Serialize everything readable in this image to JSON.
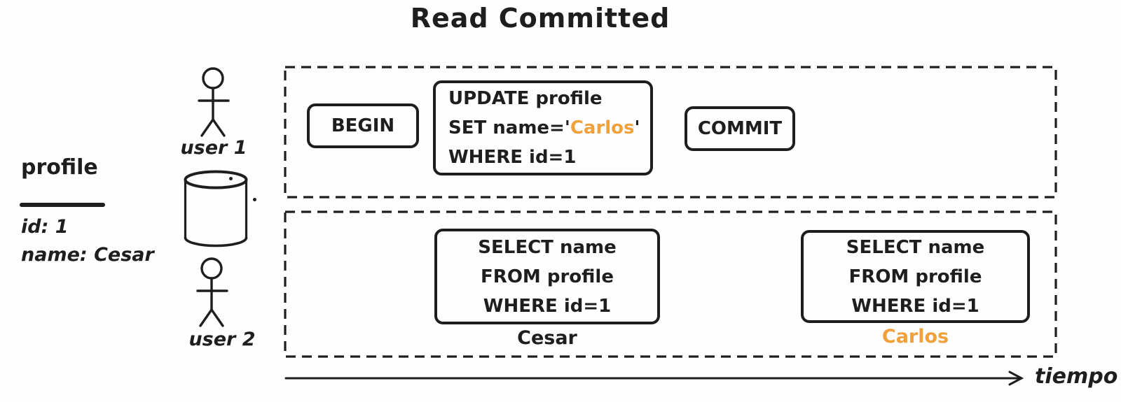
{
  "title": "Read Committed",
  "schema": {
    "table_name": "profile",
    "rows": [
      "id: 1",
      "name: Cesar"
    ]
  },
  "actors": {
    "user1_label": "user 1",
    "user2_label": "user 2"
  },
  "user1_lane": {
    "begin": "BEGIN",
    "update": {
      "line1": "UPDATE profile",
      "line2_prefix": "SET name='",
      "line2_value": "Carlos",
      "line2_suffix": "'",
      "line3": "WHERE id=1"
    },
    "commit": "COMMIT"
  },
  "user2_lane": {
    "select_first": {
      "line1": "SELECT name",
      "line2": "FROM profile",
      "line3": "WHERE id=1",
      "result": "Cesar"
    },
    "select_second": {
      "line1": "SELECT name",
      "line2": "FROM profile",
      "line3": "WHERE id=1",
      "result": "Carlos"
    }
  },
  "timeline": {
    "label": "tiempo"
  },
  "colors": {
    "ink": "#1e1e1e",
    "highlight": "#f0a13c",
    "background": "#fdfefd"
  }
}
